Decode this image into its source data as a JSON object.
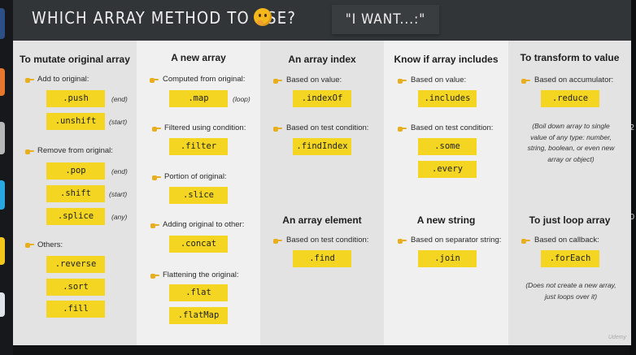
{
  "header": {
    "title": "WHICH ARRAY METHOD TO USE?",
    "emoji": "thinking-face-icon",
    "want": "\"I WANT...:\""
  },
  "columns": [
    {
      "heading": "To mutate original array",
      "groups": [
        {
          "label": "Add to original:",
          "methods": [
            {
              "name": ".push",
              "note": "(end)"
            },
            {
              "name": ".unshift",
              "note": "(start)"
            }
          ]
        },
        {
          "label": "Remove from original:",
          "methods": [
            {
              "name": ".pop",
              "note": "(end)"
            },
            {
              "name": ".shift",
              "note": "(start)"
            },
            {
              "name": ".splice",
              "note": "(any)"
            }
          ]
        },
        {
          "label": "Others:",
          "methods": [
            {
              "name": ".reverse"
            },
            {
              "name": ".sort"
            },
            {
              "name": ".fill"
            }
          ]
        }
      ]
    },
    {
      "heading": "A new array",
      "groups": [
        {
          "label": "Computed from original:",
          "methods": [
            {
              "name": ".map",
              "note": "(loop)"
            }
          ]
        },
        {
          "label": "Filtered using condition:",
          "methods": [
            {
              "name": ".filter"
            }
          ]
        },
        {
          "label": "Portion of original:",
          "methods": [
            {
              "name": ".slice"
            }
          ]
        },
        {
          "label": "Adding original to other:",
          "methods": [
            {
              "name": ".concat"
            }
          ]
        },
        {
          "label": "Flattening the original:",
          "methods": [
            {
              "name": ".flat"
            },
            {
              "name": ".flatMap"
            }
          ]
        }
      ]
    },
    {
      "heading": "An array index",
      "groups": [
        {
          "label": "Based on value:",
          "methods": [
            {
              "name": ".indexOf"
            }
          ]
        },
        {
          "label": "Based on test condition:",
          "methods": [
            {
              "name": ".findIndex"
            }
          ]
        }
      ],
      "heading2": "An array element",
      "groups2": [
        {
          "label": "Based on test condition:",
          "methods": [
            {
              "name": ".find"
            }
          ]
        }
      ]
    },
    {
      "heading": "Know if array includes",
      "groups": [
        {
          "label": "Based on value:",
          "methods": [
            {
              "name": ".includes"
            }
          ]
        },
        {
          "label": "Based on test condition:",
          "methods": [
            {
              "name": ".some"
            },
            {
              "name": ".every"
            }
          ]
        }
      ],
      "heading2": "A new string",
      "groups2": [
        {
          "label": "Based on separator string:",
          "methods": [
            {
              "name": ".join"
            }
          ]
        }
      ]
    },
    {
      "heading": "To transform to value",
      "groups": [
        {
          "label": "Based on accumulator:",
          "methods": [
            {
              "name": ".reduce"
            }
          ]
        }
      ],
      "paragraph": "(Boil down array to single value of any type: number, string, boolean, or even new array or object)",
      "heading2": "To just loop array",
      "groups2": [
        {
          "label": "Based on callback:",
          "methods": [
            {
              "name": ".forEach"
            }
          ]
        }
      ],
      "paragraph2": "(Does not create a new array, just loops over it)"
    }
  ],
  "right_strip": [
    "2",
    "0"
  ],
  "watermark": "Udemy",
  "colors": {
    "method_bg": "#f3d522",
    "col_light": "#f0f0f0",
    "col_dark": "#e3e3e3",
    "hand": "#e8ae1e"
  }
}
